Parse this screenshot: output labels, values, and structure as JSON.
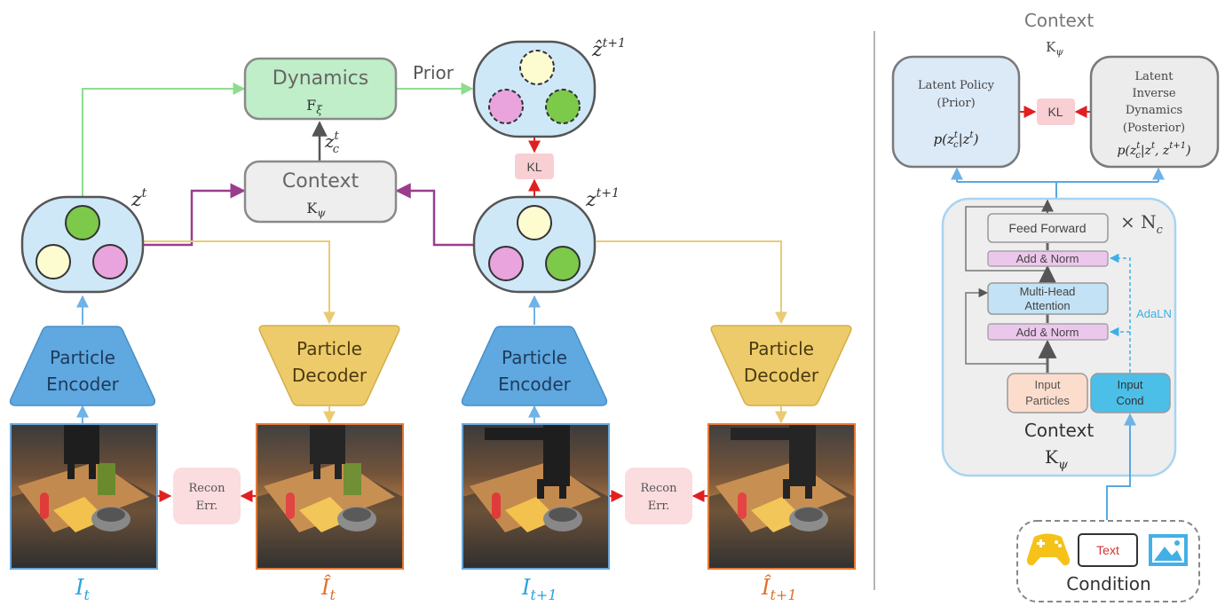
{
  "colors": {
    "dynamics_fill": "#bfeec8",
    "dynamics_stroke": "#8a8a8a",
    "context_fill": "#eeeeee",
    "latent_fill": "#cfe8f7",
    "encoder_fill": "#5fa8e0",
    "decoder_fill": "#eecb6a",
    "kl_fill": "#f8cfd2",
    "recon_fill": "#fbdcdf",
    "yellow_particle": "#fdfbd0",
    "pink_particle": "#e9a3dd",
    "green_particle": "#7dc94a",
    "arrow_green": "#8fdc8f",
    "arrow_purple": "#9a3d8f",
    "arrow_yellow": "#eacb74",
    "arrow_blue": "#6fb2e6",
    "arrow_red": "#e02020",
    "arrow_gray": "#555555",
    "frame_blue": "#6aa6d8",
    "frame_orange": "#e07a3a",
    "label_blue": "#29a3e0",
    "label_orange": "#e0702a",
    "adaln_blue": "#3bb0e8",
    "latent_policy_fill": "#dce9f7",
    "inverse_fill": "#ececec",
    "transformer_fill": "#eeeeee",
    "transformer_stroke": "#a8d4f0",
    "add_norm_fill": "#ecc7ec",
    "mha_fill": "#c3e2f5",
    "input_particles_fill": "#fcdccc",
    "input_cond_fill": "#4bbfe8",
    "gamepad_color": "#f5c21a",
    "text_box_color": "#d83030",
    "image_icon_color": "#42b0e6"
  },
  "left": {
    "dynamics": {
      "title": "Dynamics",
      "symbol": "F",
      "sub": "ξ"
    },
    "prior_label": "Prior",
    "context": {
      "title": "Context",
      "symbol": "K",
      "sub": "ψ"
    },
    "zc_label": {
      "base": "z",
      "sub": "c",
      "sup": "t"
    },
    "z_hat_label": {
      "base": "ẑ",
      "sup": "t+1"
    },
    "z_t_label": {
      "base": "z",
      "sup": "t"
    },
    "z_t1_label": {
      "base": "z",
      "sup": "t+1"
    },
    "kl_label": "KL",
    "encoder_1": {
      "line1": "Particle",
      "line2": "Encoder"
    },
    "decoder_1": {
      "line1": "Particle",
      "line2": "Decoder"
    },
    "encoder_2": {
      "line1": "Particle",
      "line2": "Encoder"
    },
    "decoder_2": {
      "line1": "Particle",
      "line2": "Decoder"
    },
    "recon_1": {
      "line1": "Recon",
      "line2": "Err."
    },
    "recon_2": {
      "line1": "Recon",
      "line2": "Err."
    },
    "frame_labels": [
      {
        "base": "I",
        "sub": "t"
      },
      {
        "base": "Î",
        "sub": "t"
      },
      {
        "base": "I",
        "sub": "t+1"
      },
      {
        "base": "Î",
        "sub": "t+1"
      }
    ]
  },
  "right": {
    "title": "Context",
    "title_symbol": "K",
    "title_sub": "ψ",
    "latent_policy": {
      "line1": "Latent Policy",
      "line2": "(Prior)",
      "formula": "p(z",
      "formula_sub": "c",
      "formula_sup": "t",
      "formula_end": "|z",
      "formula_end_sup": "t",
      "formula_close": ")"
    },
    "kl_label": "KL",
    "inverse": {
      "line1": "Latent",
      "line2": "Inverse",
      "line3": "Dynamics",
      "line4": "(Posterior)",
      "formula_head": "p(z",
      "formula_sub": "c",
      "formula_sup": "t",
      "formula_mid": "|z",
      "formula_mid_sup": "t",
      "formula_mid2": ", z",
      "formula_mid2_sup": "t+1",
      "formula_close": ")"
    },
    "feed_forward": "Feed Forward",
    "times_n": "× N",
    "times_n_sub": "c",
    "add_norm_top": "Add & Norm",
    "mha": {
      "line1": "Multi-Head",
      "line2": "Attention"
    },
    "add_norm_bottom": "Add & Norm",
    "adaln": "AdaLN",
    "input_particles": {
      "line1": "Input",
      "line2": "Particles"
    },
    "input_cond": {
      "line1": "Input",
      "line2": "Cond"
    },
    "context_label": "Context",
    "context_symbol": "K",
    "context_sub": "ψ",
    "text_box_label": "Text",
    "condition_label": "Condition"
  }
}
